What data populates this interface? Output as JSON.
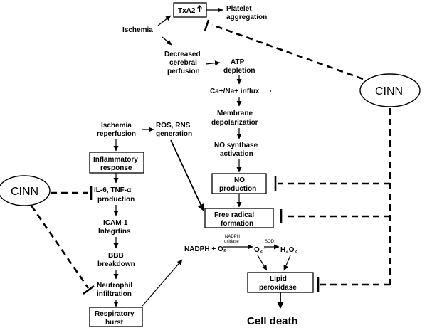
{
  "nodes": {
    "txa2": "TxA2",
    "platelet_l1": "Platelet",
    "platelet_l2": "aggregation",
    "ischemia": "Ischemia",
    "decreased_l1": "Decreased",
    "decreased_l2": "cerebral",
    "decreased_l3": "perfusion",
    "atp_l1": "ATP",
    "atp_l2": "depletion",
    "ca_influx": "Ca+/Na+ influx",
    "membrane_l1": "Membrane",
    "membrane_l2": "depolarizatior",
    "nos_l1": "NO synthase",
    "nos_l2": "activation",
    "no_l1": "NO",
    "no_l2": "production",
    "free_radical_l1": "Free radical",
    "free_radical_l2": "formation",
    "ischemia_rep_l1": "Ischemia",
    "ischemia_rep_l2": "reperfusion",
    "ros_l1": "ROS, RNS",
    "ros_l2": "generation",
    "inflammatory_l1": "Inflammatory",
    "inflammatory_l2": "response",
    "il6_l1": "IL-6, TNF-α",
    "il6_l2": "production",
    "icam_l1": "ICAM-1",
    "icam_l2": "Integrtins",
    "bbb_l1": "BBB",
    "bbb_l2": "breakdown",
    "neutrophil_l1": "Neutrophil",
    "neutrophil_l2": "infiltration",
    "respiratory_l1": "Respiratory",
    "respiratory_l2": "burst",
    "nadph_o2": "NADPH + O₂",
    "nadph_oxidase_l1": "NADPH",
    "nadph_oxidase_l2": "oxidase",
    "superoxide": "O₂⁻",
    "sod": "SOD",
    "h2o2": "H₂O₂",
    "lipid_l1": "Lipid",
    "lipid_l2": "peroxidase",
    "cell_death": "Cell death",
    "cinn_right": "CINN",
    "cinn_left": "CINN"
  }
}
